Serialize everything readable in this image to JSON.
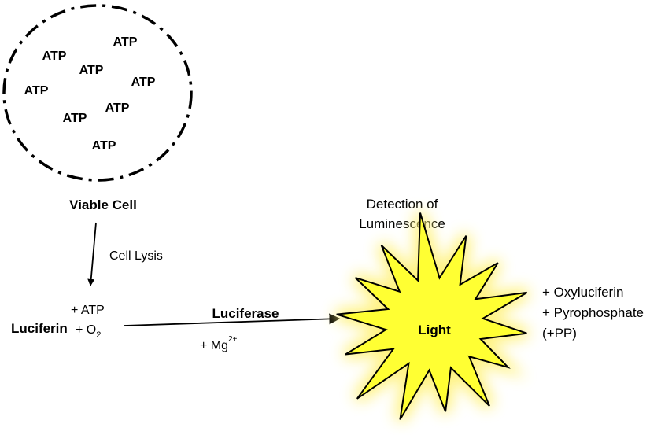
{
  "cell": {
    "atp_label": "ATP",
    "caption": "Viable Cell"
  },
  "lysis": {
    "label": "Cell Lysis"
  },
  "reaction": {
    "substrate": "Luciferin",
    "reagent_1": "+ ATP",
    "reagent_2_prefix": "+ O",
    "reagent_2_subscript": "2",
    "enzyme": "Luciferase",
    "cofactor_prefix": "+ Mg",
    "cofactor_superscript": "2+"
  },
  "light": {
    "label": "Light",
    "detection_line_1": "Detection of",
    "detection_line_2": "Luminescence",
    "fill_color": "#ffff33",
    "glow_color": "#fff27a"
  },
  "products": {
    "line_1": "+ Oxyluciferin",
    "line_2": "+ Pyrophosphate",
    "line_3": "(+PP)"
  }
}
